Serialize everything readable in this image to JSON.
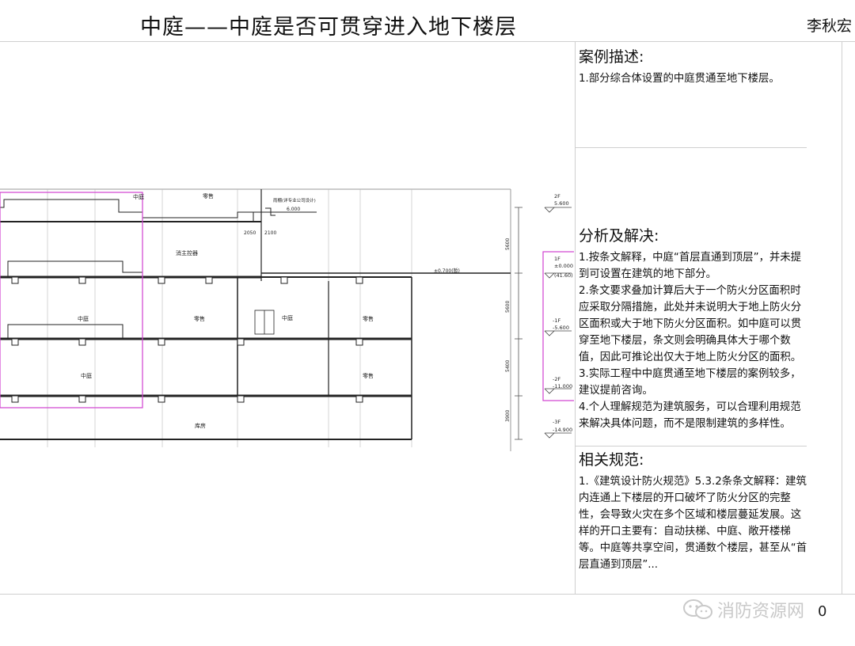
{
  "slide": {
    "title": "中庭——中庭是否可贯穿进入地下楼层",
    "author": "李秋宏",
    "page_number": "0"
  },
  "panels": {
    "case": {
      "heading": "案例描述:",
      "items": [
        "1.部分综合体设置的中庭贯通至地下楼层。"
      ]
    },
    "analysis": {
      "heading": "分析及解决:",
      "items": [
        "1.按条文解释，中庭“首层直通到顶层”，并未提到可设置在建筑的地下部分。",
        "2.条文要求叠加计算后大于一个防火分区面积时应采取分隔措施，此处并未说明大于地上防火分区面积或大于地下防火分区面积。如中庭可以贯穿至地下楼层，条文则会明确具体大于哪个数值，因此可推论出仅大于地上防火分区的面积。",
        "3.实际工程中中庭贯通至地下楼层的案例较多，建议提前咨询。",
        "4.个人理解规范为建筑服务，可以合理利用规范来解决具体问题，而不是限制建筑的多样性。"
      ]
    },
    "codes": {
      "heading": "相关规范:",
      "items": [
        "1.《建筑设计防火规范》5.3.2条条文解释：建筑内连通上下楼层的开口破坏了防火分区的完整性，会导致火灾在多个区域和楼层蔓延发展。这样的开口主要有：自动扶梯、中庭、敞开楼梯等。中庭等共享空间，贯通数个楼层，甚至从“首层直通到顶层”..."
      ]
    }
  },
  "drawing": {
    "room_labels": {
      "atrium_top": "中庭",
      "atrium_mid": "中庭",
      "atrium_low": "中庭",
      "retail_top": "零售",
      "fire_control": "消主控器",
      "retail_mid": "零售",
      "atrium_small": "中庭",
      "retail_right": "零售",
      "retail_low": "零售",
      "storage": "库房",
      "canopy_note": "雨棚(详专业公司设计)"
    },
    "dims": {
      "d2050": "2050",
      "d2100": "2100",
      "d5600a": "5600",
      "d5600b": "5600",
      "d5400": "5400",
      "d3900": "3900",
      "ground_note": "±0.700(暂)",
      "canopy_level": "6.000"
    },
    "levels": [
      {
        "name": "2F",
        "elev": "5.600"
      },
      {
        "name": "1F",
        "elev": "±0.000",
        "extra": "(41.60)"
      },
      {
        "name": "-1F",
        "elev": "-5.600"
      },
      {
        "name": "-2F",
        "elev": "-11.000"
      },
      {
        "name": "-3F",
        "elev": "-14.900"
      }
    ]
  },
  "watermark": {
    "icon": "wechat-icon",
    "text": "消防资源网"
  },
  "colors": {
    "highlight": "#d040d0",
    "line": "#222222"
  }
}
